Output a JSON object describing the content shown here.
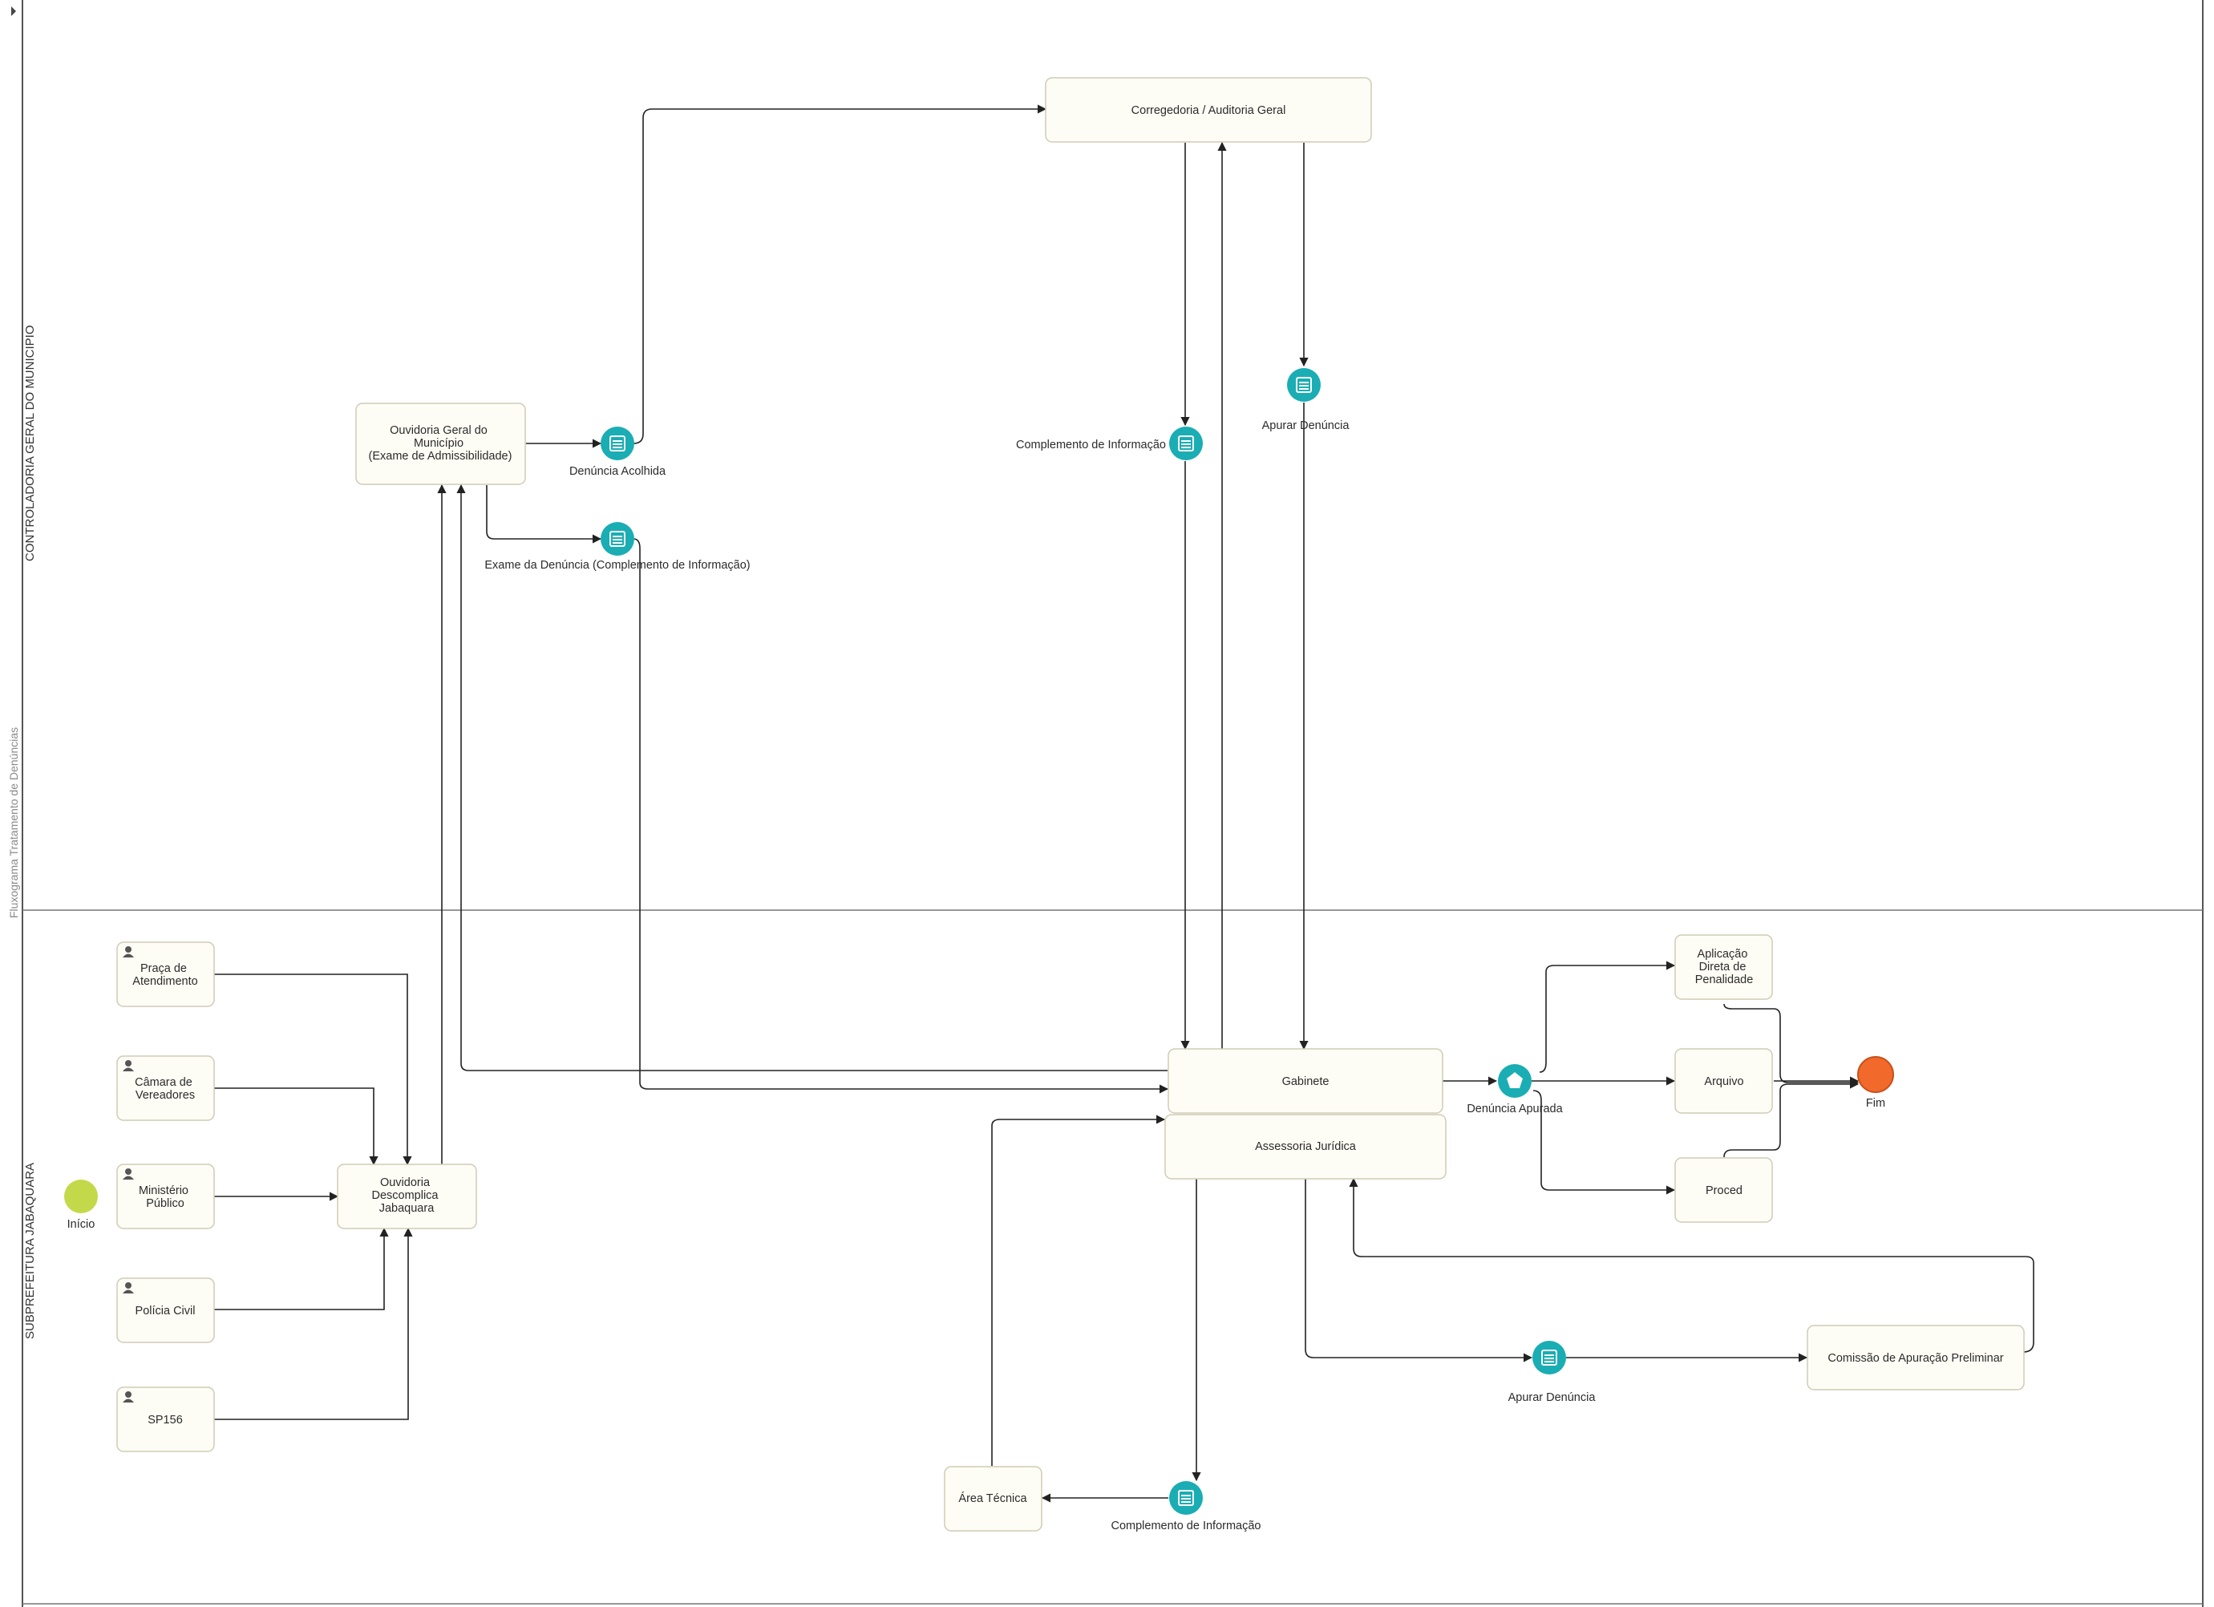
{
  "colors": {
    "task_fill": "#fefdf5",
    "task_stroke": "#cfcbb5",
    "event_teal": "#1aadb4",
    "start_fill": "#c4d94a",
    "end_fill": "#f26a2b",
    "edge": "#222222",
    "pool_line": "#555555"
  },
  "pools": {
    "cgm": "CONTROLADORIA GERAL DO MUNICIPIO",
    "sub": "SUBPREFEITURA JABAQUARA",
    "faded": "Fluxograma Tratamento de Denúncias"
  },
  "tasks": {
    "corregedoria": [
      "Corregedoria / Auditoria Geral"
    ],
    "ouvidoria_geral": [
      "Ouvidoria Geral do",
      "Município",
      "(Exame de Admissibilidade)"
    ],
    "praca": [
      "Praça de",
      "Atendimento"
    ],
    "camara": [
      "Câmara de",
      "Vereadores"
    ],
    "ministerio": [
      "Ministério",
      "Público"
    ],
    "policia": [
      "Polícia Civil"
    ],
    "sp156": [
      "SP156"
    ],
    "ouvidoria_desc": [
      "Ouvidoria",
      "Descomplica",
      "Jabaquara"
    ],
    "gabinete": [
      "Gabinete"
    ],
    "assessoria": [
      "Assessoria Jurídica"
    ],
    "aplicacao": [
      "Aplicação",
      "Direta de",
      "Penalidade"
    ],
    "arquivo": [
      "Arquivo"
    ],
    "proced": [
      "Proced"
    ],
    "comissao": [
      "Comissão de Apuração Preliminar"
    ],
    "area_tecnica": [
      "Área Técnica"
    ]
  },
  "events": {
    "denuncia_acolhida": "Denúncia Acolhida",
    "exame_denuncia": "Exame da Denúncia (Complemento de Informação)",
    "complemento_top": "Complemento de Informação",
    "apurar_top": "Apurar Denúncia",
    "denuncia_apurada": "Denúncia Apurada",
    "apurar_bottom": "Apurar Denúncia",
    "complemento_bottom": "Complemento de Informação",
    "inicio": "Início",
    "fim": "Fim"
  },
  "icons": {
    "message": "message-doc-icon",
    "gateway": "pentagon-icon",
    "actor": "person-icon"
  }
}
